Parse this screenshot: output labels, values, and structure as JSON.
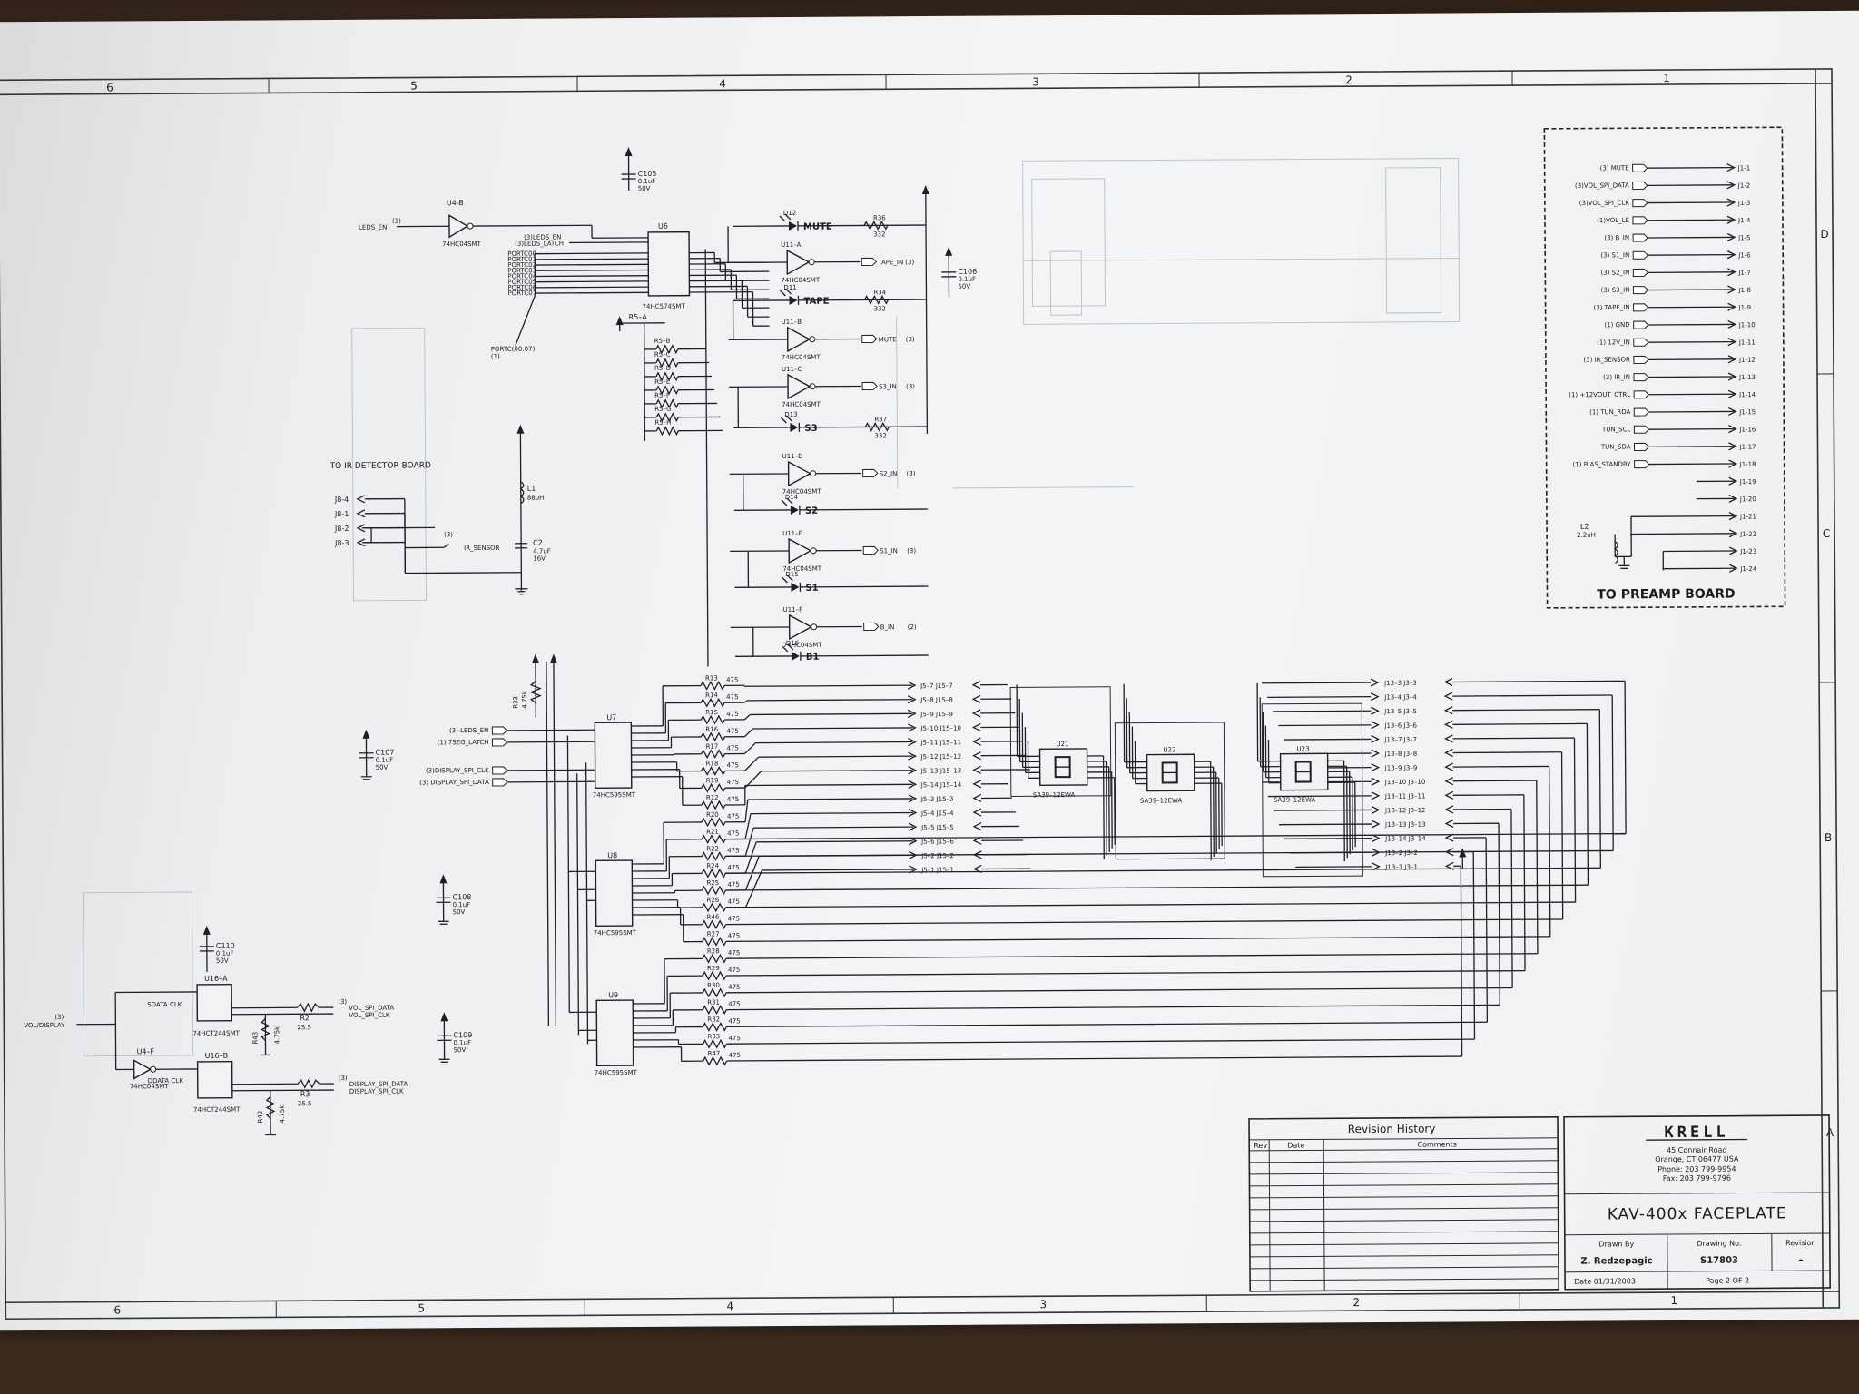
{
  "border": {
    "top_zones": [
      "6",
      "5",
      "4",
      "3",
      "2",
      "1"
    ],
    "bottom_zones": [
      "6",
      "5",
      "4",
      "3",
      "2",
      "1"
    ],
    "right_zones": [
      "D",
      "C",
      "B",
      "A"
    ]
  },
  "title_block": {
    "company_logo": "KRELL",
    "address1": "45 Connair Road",
    "address2": "Orange, CT 06477   USA",
    "phone": "Phone: 203 799-9954",
    "fax": "Fax: 203 799-9796",
    "title": "KAV-400x FACEPLATE",
    "drawn_by_label": "Drawn By",
    "drawn_by": "Z. Redzepagic",
    "drawing_no_label": "Drawing No.",
    "drawing_no": "S17803",
    "revision_label": "Revision",
    "revision": "–",
    "date": "Date 01/31/2003",
    "page": "Page 2 OF 2"
  },
  "revision_history": {
    "title": "Revision History",
    "col_rev": "Rev",
    "col_date": "Date",
    "col_comments": "Comments"
  },
  "preamp_connector": {
    "title": "TO PREAMP BOARD",
    "signals": [
      "(3) MUTE",
      "(3)VOL_SPI_DATA",
      "(3)VOL_SPI_CLK",
      "(1)VOL_LE",
      "(3) B_IN",
      "(3) S1_IN",
      "(3) S2_IN",
      "(3) S3_IN",
      "(3) TAPE_IN",
      "(1) GND",
      "(1) 12V_IN",
      "(3) IR_SENSOR",
      "(3) IR_IN",
      "(1) +12VOUT_CTRL",
      "(1) TUN_RDA",
      "TUN_SCL",
      "TUN_SDA",
      "(1) BIAS_STANDBY"
    ],
    "pins": [
      "J1-1",
      "J1-2",
      "J1-3",
      "J1-4",
      "J1-5",
      "J1-6",
      "J1-7",
      "J1-8",
      "J1-9",
      "J1-10",
      "J1-11",
      "J1-12",
      "J1-13",
      "J1-14",
      "J1-15",
      "J1-16",
      "J1-17",
      "J1-18",
      "J1-19",
      "J1-20",
      "J1-21",
      "J1-22",
      "J1-23",
      "J1-24"
    ],
    "inductor": "L2",
    "inductor_value": "2.2uH"
  },
  "ir_detector": {
    "title": "TO IR DETECTOR BOARD",
    "pins": [
      "J8-4",
      "J8-1",
      "J8-2",
      "J8-3"
    ],
    "sensor_label": "IR_SENSOR",
    "sensor_prefix": "(3)",
    "inductor": "L1",
    "inductor_value": "88uH",
    "cap": "C2",
    "cap_value": "4.7uF",
    "cap_voltage": "16V"
  },
  "top_logic": {
    "leds_en": "LEDS_EN",
    "leds_en_prefix": "(1)",
    "u4b": "U4-B",
    "u4b_part": "74HC04SMT",
    "u6": "U6",
    "u6_part": "74HC574SMT",
    "u6_in": [
      "(3)LEDS_EN",
      "(3)LEDS_LATCH"
    ],
    "ports": [
      "PORTC00",
      "PORTC01",
      "PORTC02",
      "PORTC03",
      "PORTC04",
      "PORTC05",
      "PORTC06",
      "PORTC07"
    ],
    "port_bus": "PORTC(00:07)",
    "port_bus_prefix": "(1)",
    "c105": "C105",
    "c105_v1": "0.1uF",
    "c105_v2": "50V",
    "c106": "C106",
    "c106_v1": "0.1uF",
    "c106_v2": "50V",
    "r5a": "R5–A",
    "r5_list": [
      "R5–B",
      "R5–C",
      "R5–D",
      "R5–E",
      "R5–F",
      "R5–G",
      "R5–H"
    ],
    "d12": "D12",
    "mute": "MUTE",
    "d11": "D11",
    "tape": "TAPE",
    "d13": "D13",
    "s3": "S3",
    "d14": "D14",
    "s2": "S2",
    "d15": "D15",
    "s1": "S1",
    "d16": "D16",
    "b1": "B1",
    "r36": "R36",
    "r34": "R34",
    "r37": "R37",
    "r332": "332",
    "u11_list": [
      "U11–A",
      "U11–B",
      "U11–C",
      "U11–D",
      "U11–E",
      "U11–F"
    ],
    "u11_part": "74HC04SMT",
    "outs": [
      "TAPE_IN",
      "MUTE",
      "S3_IN",
      "S2_IN",
      "S1_IN",
      "B_IN"
    ],
    "out_pre": [
      "(3)",
      "(3)",
      "(3)",
      "(3)",
      "(3)",
      "(2)"
    ]
  },
  "display": {
    "u7": "U7",
    "u8": "U8",
    "u9": "U9",
    "part595": "74HC595SMT",
    "r33": "R33",
    "r33_val": "4.75k",
    "inputs": [
      "(3) LEDS_EN",
      "(1) 7SEG_LATCH",
      "(3)DISPLAY_SPI_CLK",
      "(3) DISPLAY_SPI_DATA"
    ],
    "c107": "C107",
    "c108": "C108",
    "c109": "C109",
    "c110": "C110",
    "cap_v1": "0.1uF",
    "cap_v2": "50V",
    "res_names": [
      "R13",
      "R14",
      "R15",
      "R16",
      "R17",
      "R18",
      "R19",
      "R12",
      "R20",
      "R21",
      "R22",
      "R24",
      "R25",
      "R26",
      "R46",
      "R27",
      "R28",
      "R29",
      "R30",
      "R31",
      "R32",
      "R33",
      "R47"
    ],
    "res_val": "475",
    "j5_left": [
      "J5–7  J15–7",
      "J5–8  J15–8",
      "J5–9  J15–9",
      "J5–10 J15–10",
      "J5–11 J15–11",
      "J5–12 J15–12",
      "J5–13 J15–13",
      "J5–14 J15–14",
      "J5–3  J15–3",
      "J5–4  J15–4",
      "J5–5  J15–5",
      "J5–6  J15–6",
      "J5–2  J15–2",
      "J5–1  J15–1"
    ],
    "j13_right": [
      "J13–3  J3–3",
      "J13–4  J3–4",
      "J13–5  J3–5",
      "J13–6  J3–6",
      "J13–7  J3–7",
      "J13–8  J3–8",
      "J13–9  J3–9",
      "J13–10 J3–10",
      "J13–11 J3–11",
      "J13–12 J3–12",
      "J13–13 J3–13",
      "J13–14 J3–14",
      "J13–2  J3–2",
      "J13–1  J3–1"
    ],
    "u21": "U21",
    "u22": "U22",
    "u23": "U23",
    "seg_part": "SA39–12EWA"
  },
  "vol_driver": {
    "input": "VOL/DISPLAY",
    "input_prefix": "(3)",
    "u4f": "U4–F",
    "u4f_part": "74HC04SMT",
    "u16a": "U16–A",
    "u16b": "U16–B",
    "part244": "74HCT244SMT",
    "in_a": "SDATA CLK",
    "in_b": "DDATA CLK",
    "r2": "R2",
    "r3": "R3",
    "r25_5": "25.5",
    "r43": "R43",
    "r42": "R42",
    "r4_75k": "4.75k",
    "out_a": [
      "VOL_SPI_DATA",
      "VOL_SPI_CLK"
    ],
    "out_b": [
      "DISPLAY_SPI_DATA",
      "DISPLAY_SPI_CLK"
    ],
    "out_prefix": "(3)"
  }
}
